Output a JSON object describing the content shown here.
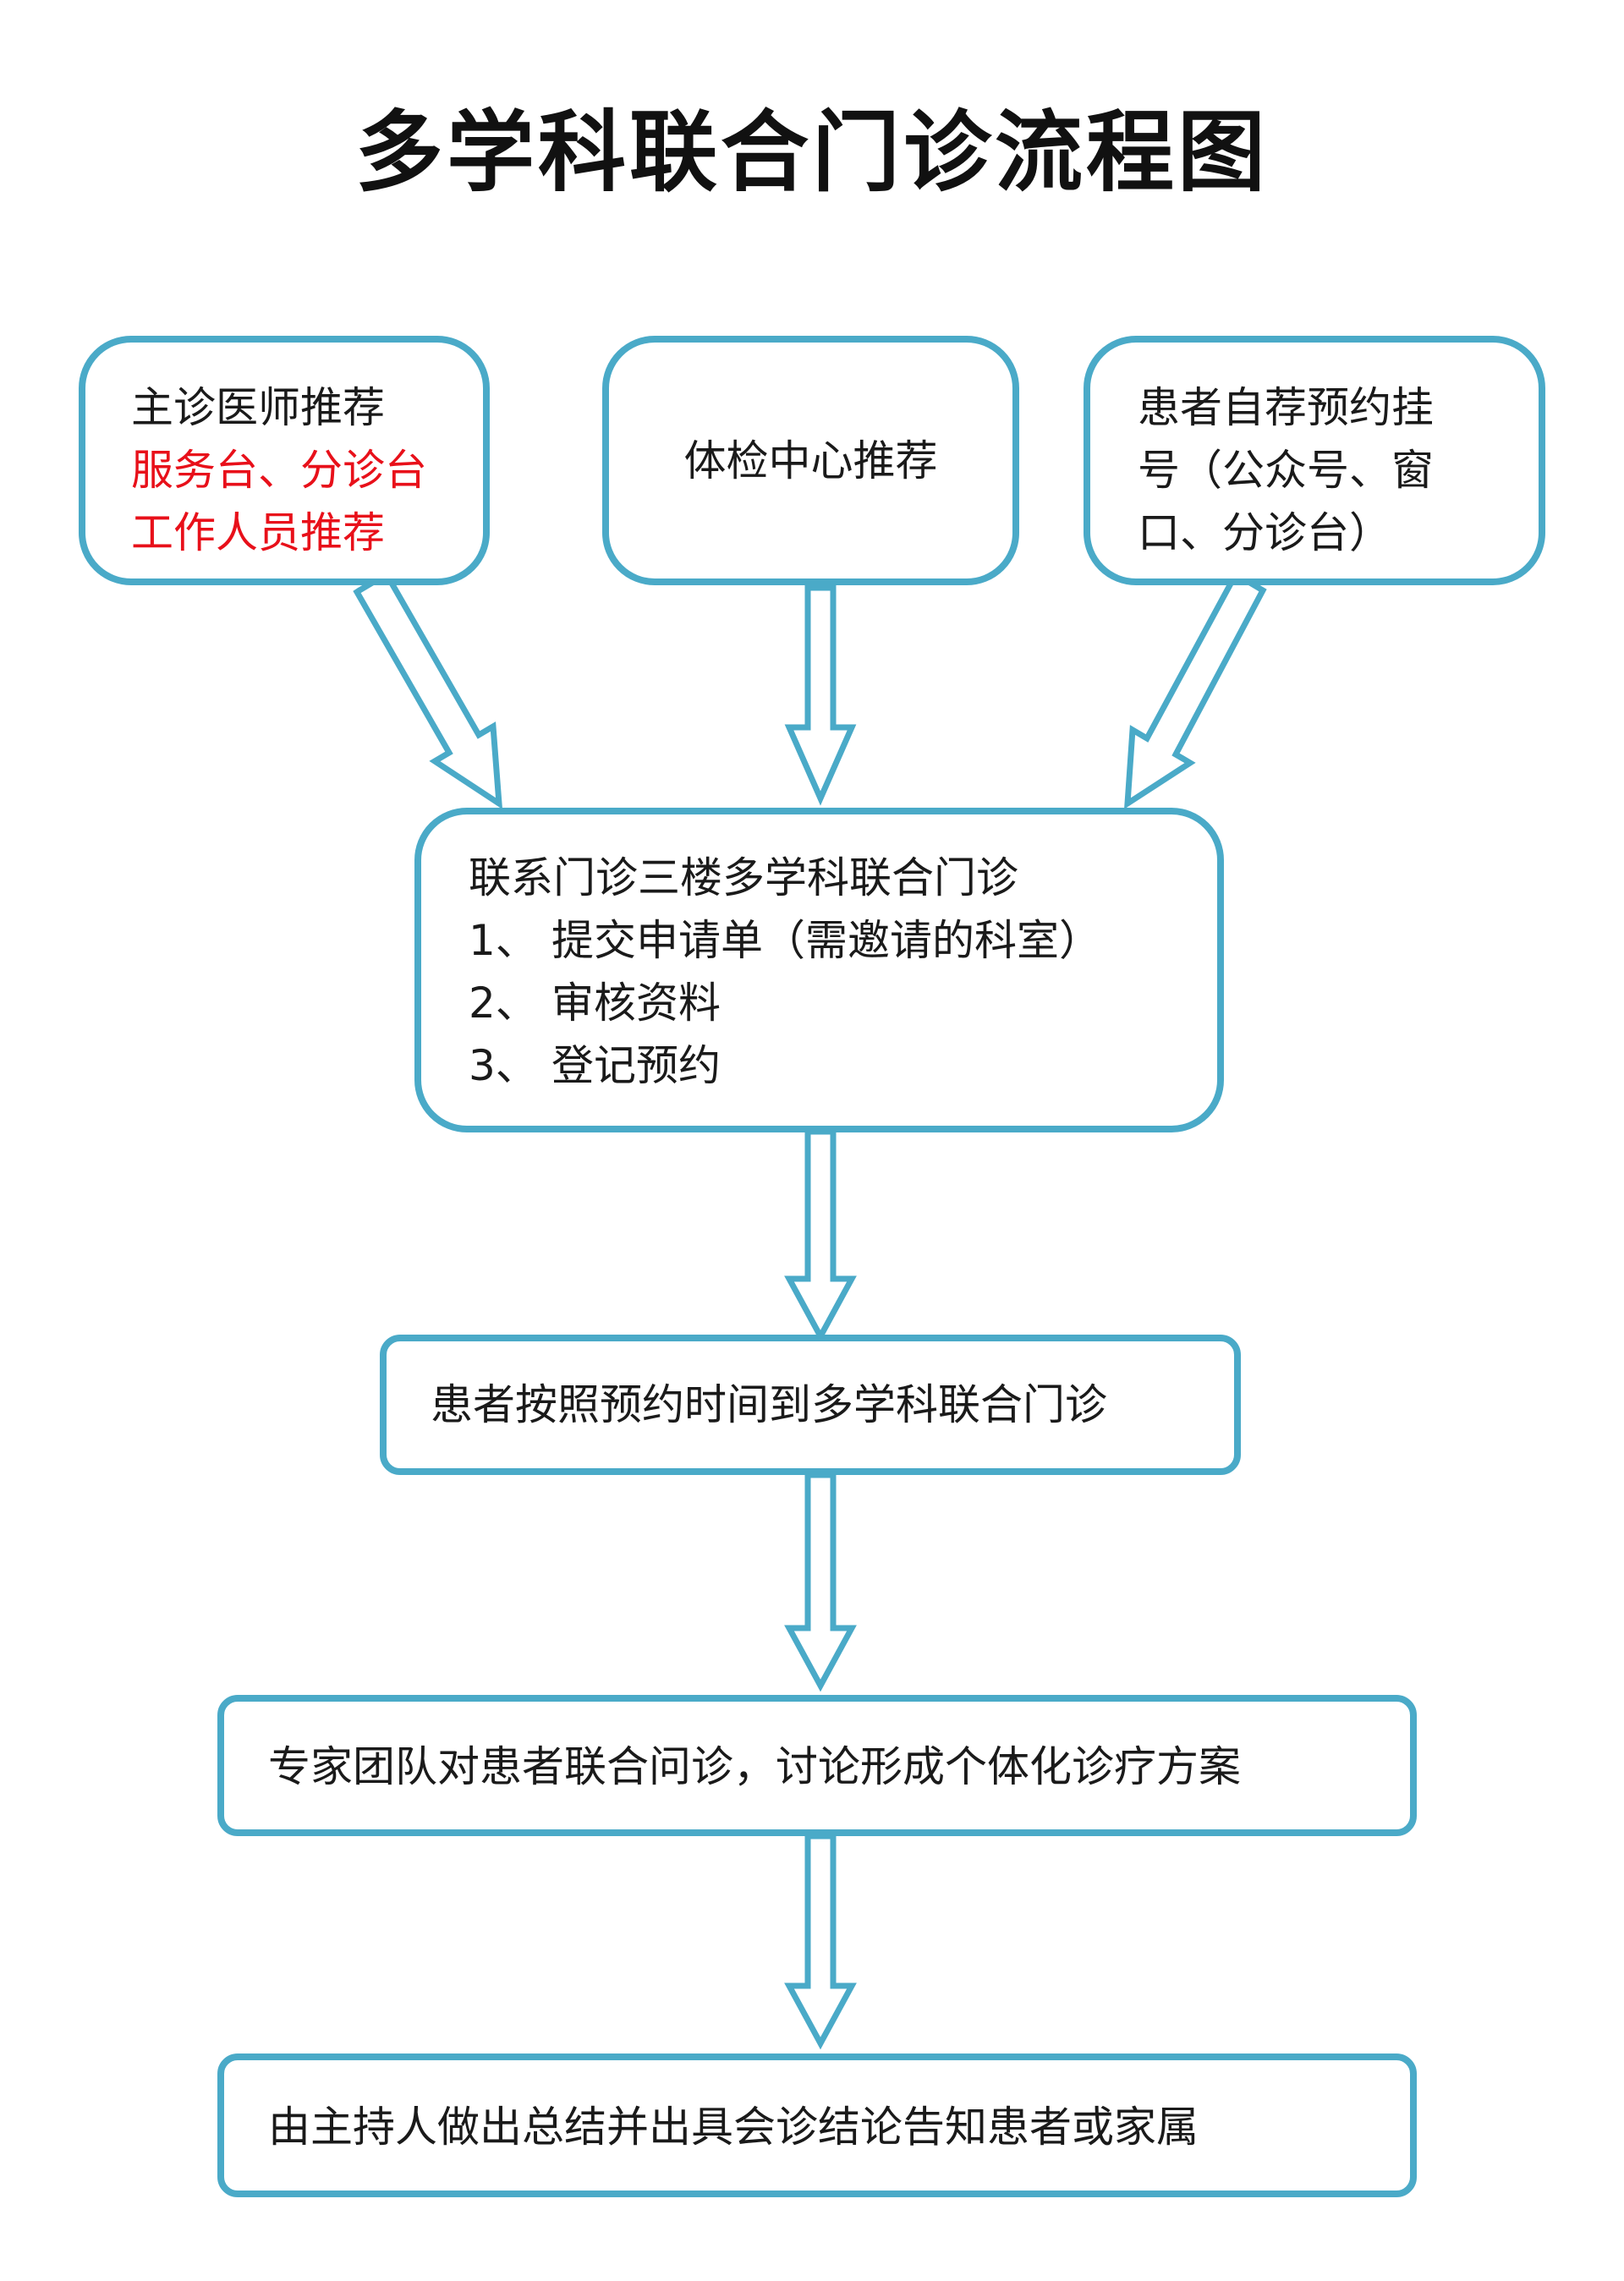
{
  "title": "多学科联合门诊流程图",
  "accent_color": "#4aaac8",
  "highlight_color": "#e8101a",
  "sources": [
    {
      "lines": [
        "主诊医师推荐"
      ],
      "highlight_lines": [
        "服务台、分诊台",
        "工作人员推荐"
      ]
    },
    {
      "lines": [
        "体检中心推荐"
      ],
      "highlight_lines": []
    },
    {
      "lines": [
        "患者自荐预约挂",
        "号（公众号、窗",
        "口、分诊台）"
      ],
      "highlight_lines": []
    }
  ],
  "contact": {
    "heading": "联系门诊三楼多学科联合门诊",
    "steps": [
      {
        "num": "1、",
        "text": "提交申请单（需邀请的科室）"
      },
      {
        "num": "2、",
        "text": "审核资料"
      },
      {
        "num": "3、",
        "text": "登记预约"
      }
    ]
  },
  "step_arrive": "患者按照预约时间到多学科联合门诊",
  "step_consult": "专家团队对患者联合问诊，讨论形成个体化诊疗方案",
  "step_conclude": "由主持人做出总结并出具会诊结论告知患者或家属"
}
